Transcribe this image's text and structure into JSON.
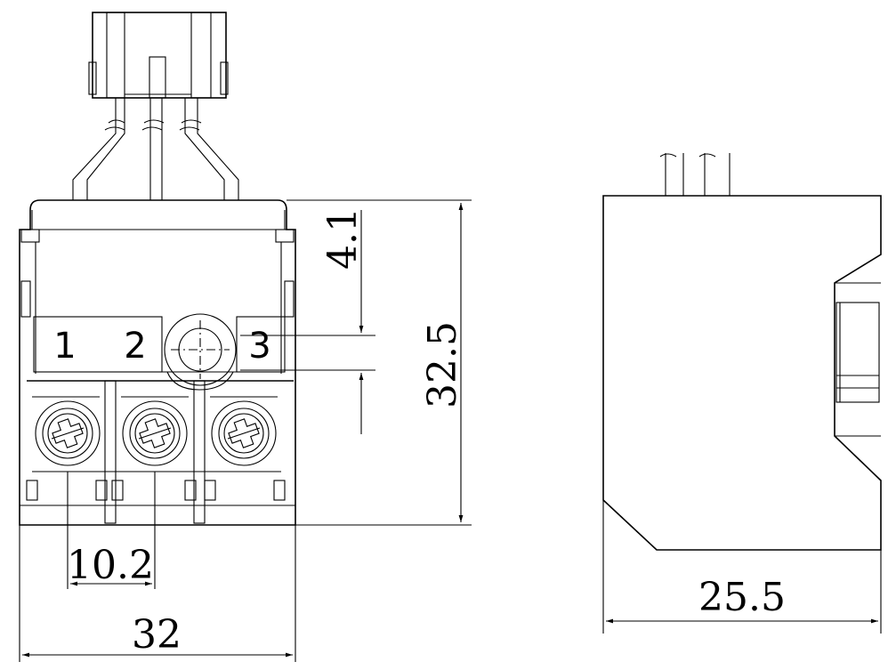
{
  "front_view": {
    "terminal_labels": [
      "1",
      "2",
      "3"
    ],
    "dimensions": {
      "top_offset": "4.1",
      "height": "32.5",
      "pitch": "10.2",
      "width": "32"
    }
  },
  "side_view": {
    "dimensions": {
      "depth": "25.5"
    }
  }
}
